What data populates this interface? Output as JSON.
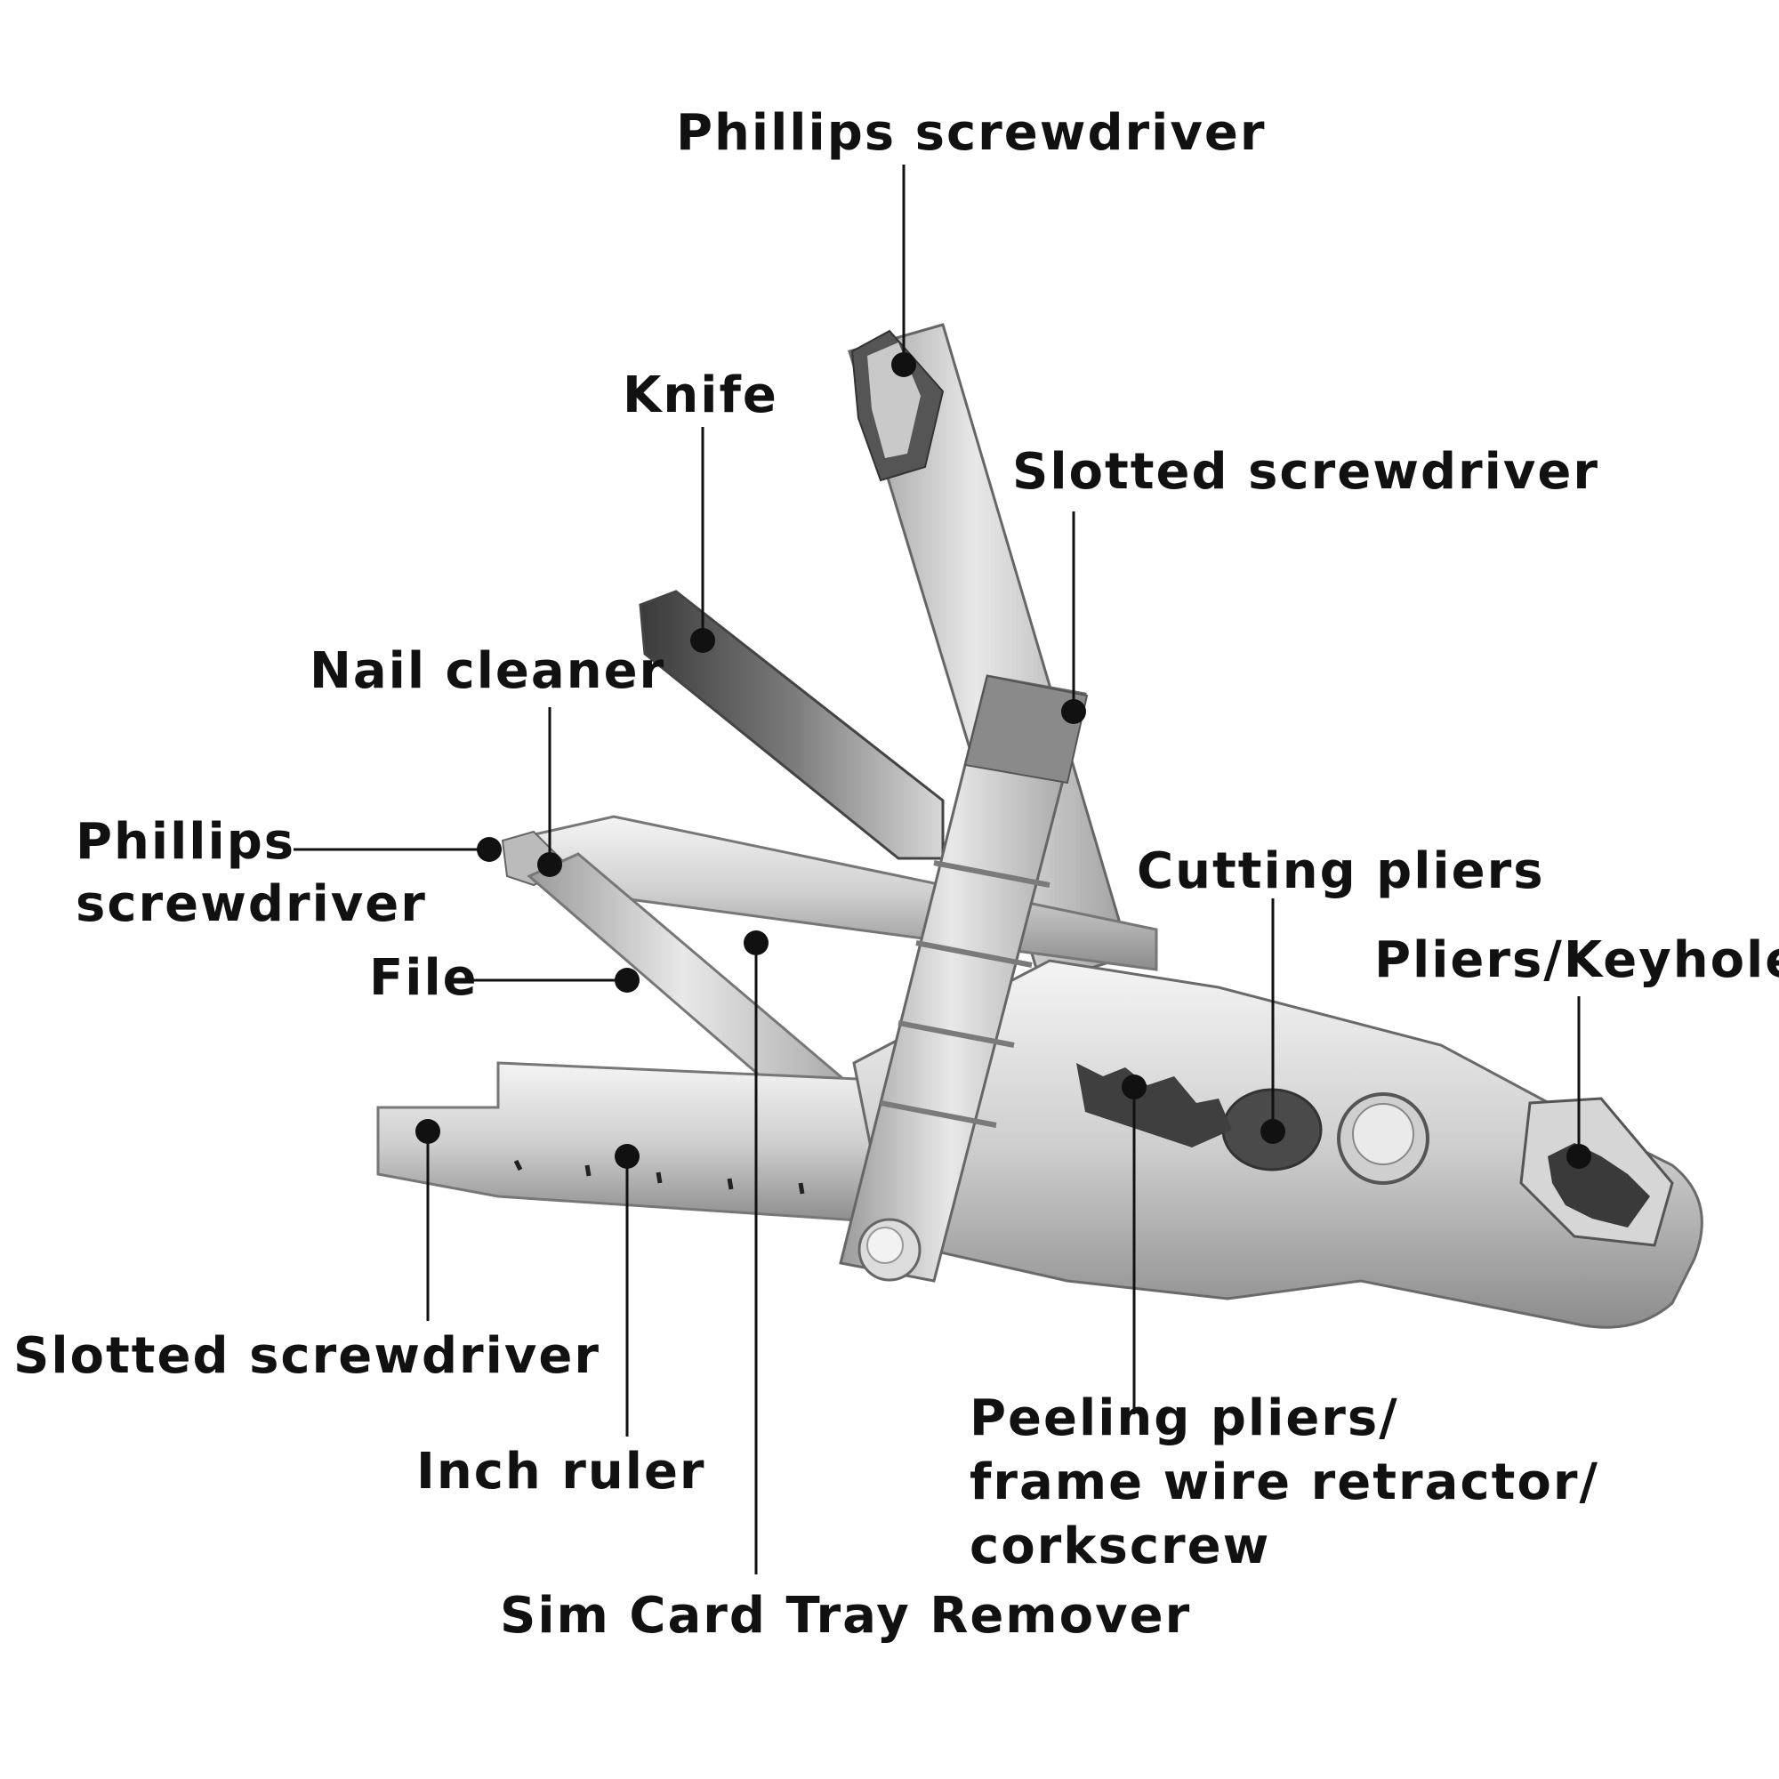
{
  "labels": {
    "phillips_top": "Phillips screwdriver",
    "knife": "Knife",
    "slotted_top": "Slotted screwdriver",
    "nail_cleaner": "Nail cleaner",
    "phillips_left_1": "Phillips",
    "phillips_left_2": "screwdriver",
    "file": "File",
    "cutting_pliers": "Cutting pliers",
    "pliers_keyhole": "Pliers/Keyhole",
    "slotted_bottom": "Slotted screwdriver",
    "inch_ruler": "Inch ruler",
    "peeling_1": "Peeling pliers/",
    "peeling_2": "frame wire retractor/",
    "peeling_3": "corkscrew",
    "sim_remover": "Sim Card Tray Remover"
  },
  "colors": {
    "ink": "#111111",
    "steel_light": "#e6e6e6",
    "steel_mid": "#bdbdbd",
    "steel_dark": "#5a5a5a"
  }
}
